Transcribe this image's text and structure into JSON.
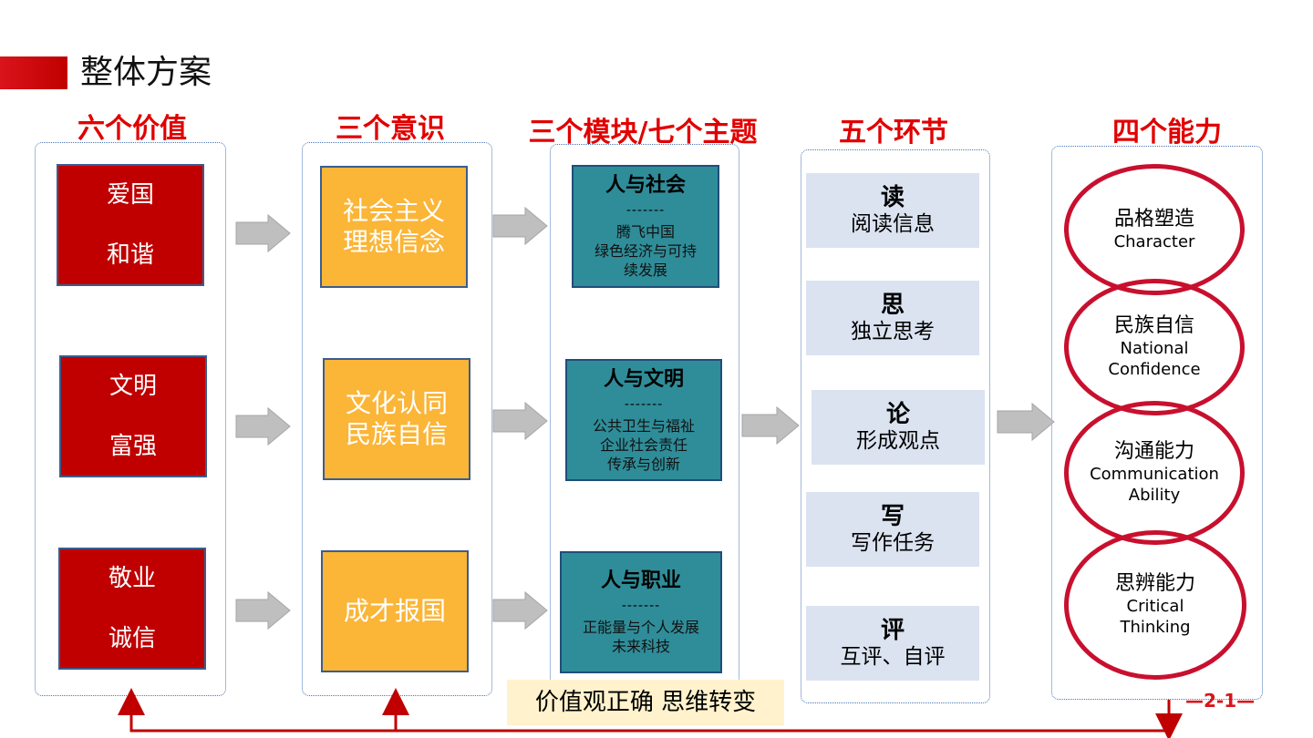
{
  "page_title": "整体方案",
  "headings": {
    "values": "六个价值",
    "awareness": "三个意识",
    "modules": "三个模块/七个主题",
    "steps": "五个环节",
    "abilities": "四个能力"
  },
  "values": [
    {
      "line1": "爱国",
      "line2": "和谐"
    },
    {
      "line1": "文明",
      "line2": "富强"
    },
    {
      "line1": "敬业",
      "line2": "诚信"
    }
  ],
  "awareness": [
    {
      "text": "社会主义\n理想信念"
    },
    {
      "text": "文化认同\n民族自信"
    },
    {
      "text": "成才报国"
    }
  ],
  "modules": [
    {
      "title": "人与社会",
      "divider": "-------",
      "topics": "腾飞中国\n绿色经济与可持\n续发展"
    },
    {
      "title": "人与文明",
      "divider": "-------",
      "topics": "公共卫生与福祉\n企业社会责任\n传承与创新"
    },
    {
      "title": "人与职业",
      "divider": "-------",
      "topics": "正能量与个人发展\n未来科技"
    }
  ],
  "steps": [
    {
      "title": "读",
      "subtitle": "阅读信息"
    },
    {
      "title": "思",
      "subtitle": "独立思考"
    },
    {
      "title": "论",
      "subtitle": "形成观点"
    },
    {
      "title": "写",
      "subtitle": "写作任务"
    },
    {
      "title": "评",
      "subtitle": "互评、自评"
    }
  ],
  "abilities": [
    {
      "zh": "品格塑造",
      "en": "Character"
    },
    {
      "zh": "民族自信",
      "en": "National\nConfidence"
    },
    {
      "zh": "沟通能力",
      "en": "Communication\nAbility"
    },
    {
      "zh": "思辨能力",
      "en": "Critical\nThinking"
    }
  ],
  "conclusion": "价值观正确 思维转变",
  "page_number": "—2-1—",
  "colors": {
    "accent_red": "#c00000",
    "heading_red": "#e10000",
    "yellow": "#fbb537",
    "teal": "#2f8d99",
    "light_blue": "#dbe3f1",
    "circle_red": "#c8102e",
    "arrow_gray": "#bfbfbf"
  }
}
